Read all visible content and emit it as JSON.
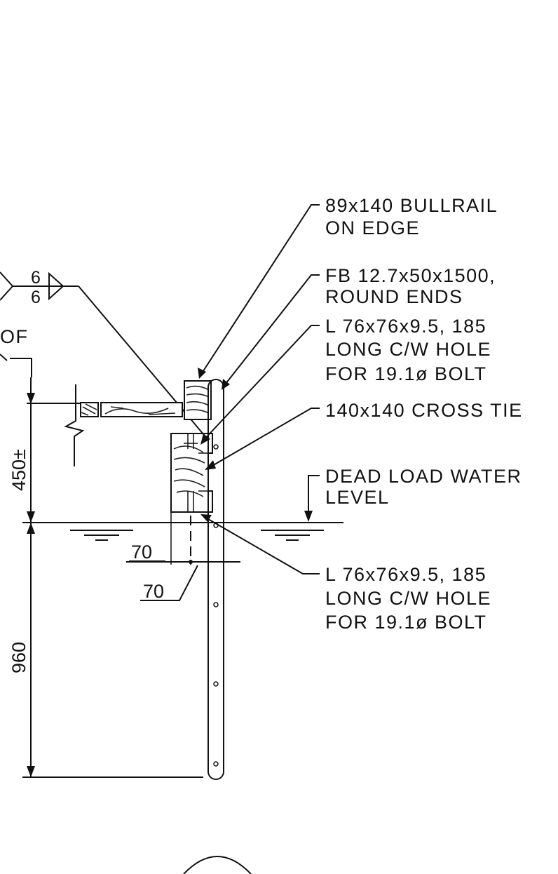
{
  "labels": {
    "bullrail_1": "89x140 BULLRAIL",
    "bullrail_2": "ON EDGE",
    "flatbar_1": "FB 12.7x50x1500,",
    "flatbar_2": "ROUND ENDS",
    "angle_top_1": "L 76x76x9.5, 185",
    "angle_top_2": "LONG C/W HOLE",
    "angle_top_3": "FOR 19.1ø BOLT",
    "cross_tie": "140x140 CROSS TIE",
    "water_1": "DEAD LOAD WATER",
    "water_2": "LEVEL",
    "angle_bot_1": "L 76x76x9.5, 185",
    "angle_bot_2": "LONG C/W HOLE",
    "angle_bot_3": "FOR 19.1ø BOLT",
    "partial_of": "OF"
  },
  "dimensions": {
    "height_above_water": "450±",
    "depth_below_water": "960",
    "bolt_offset_upper": "70",
    "bolt_offset_lower": "70"
  },
  "weld": {
    "top": "6",
    "bottom": "6"
  }
}
